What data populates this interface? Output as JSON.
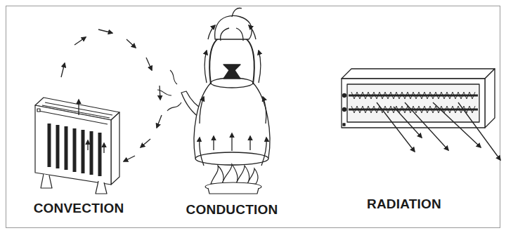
{
  "diagram": {
    "labels": [
      "CONVECTION",
      "CONDUCTION",
      "RADIATION"
    ]
  }
}
